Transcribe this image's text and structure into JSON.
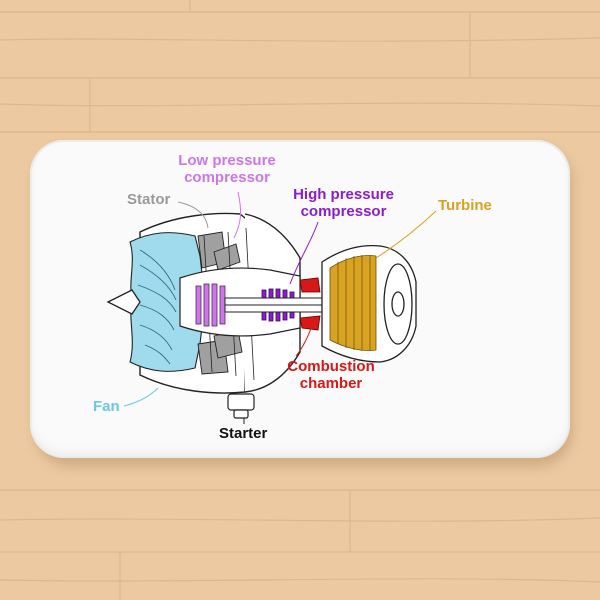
{
  "image": {
    "subject": "bath-mat",
    "colors": {
      "floor": "#ecc9a0",
      "floor_grain": "#dcb083",
      "mat": "#fafafa",
      "fan": "#9fdbec",
      "stator": "#9a9a9a",
      "low_pressure": "#cc77e6",
      "high_pressure": "#8a1dcc",
      "combustion": "#d61818",
      "turbine": "#d8a222",
      "outline": "#222222"
    }
  },
  "labels": {
    "low_pressure_compressor": [
      "Low pressure",
      "compressor"
    ],
    "high_pressure_compressor": [
      "High pressure",
      "compressor"
    ],
    "stator": "Stator",
    "turbine": "Turbine",
    "combustion_chamber": [
      "Combustion",
      "chamber"
    ],
    "fan": "Fan",
    "starter": "Starter"
  }
}
